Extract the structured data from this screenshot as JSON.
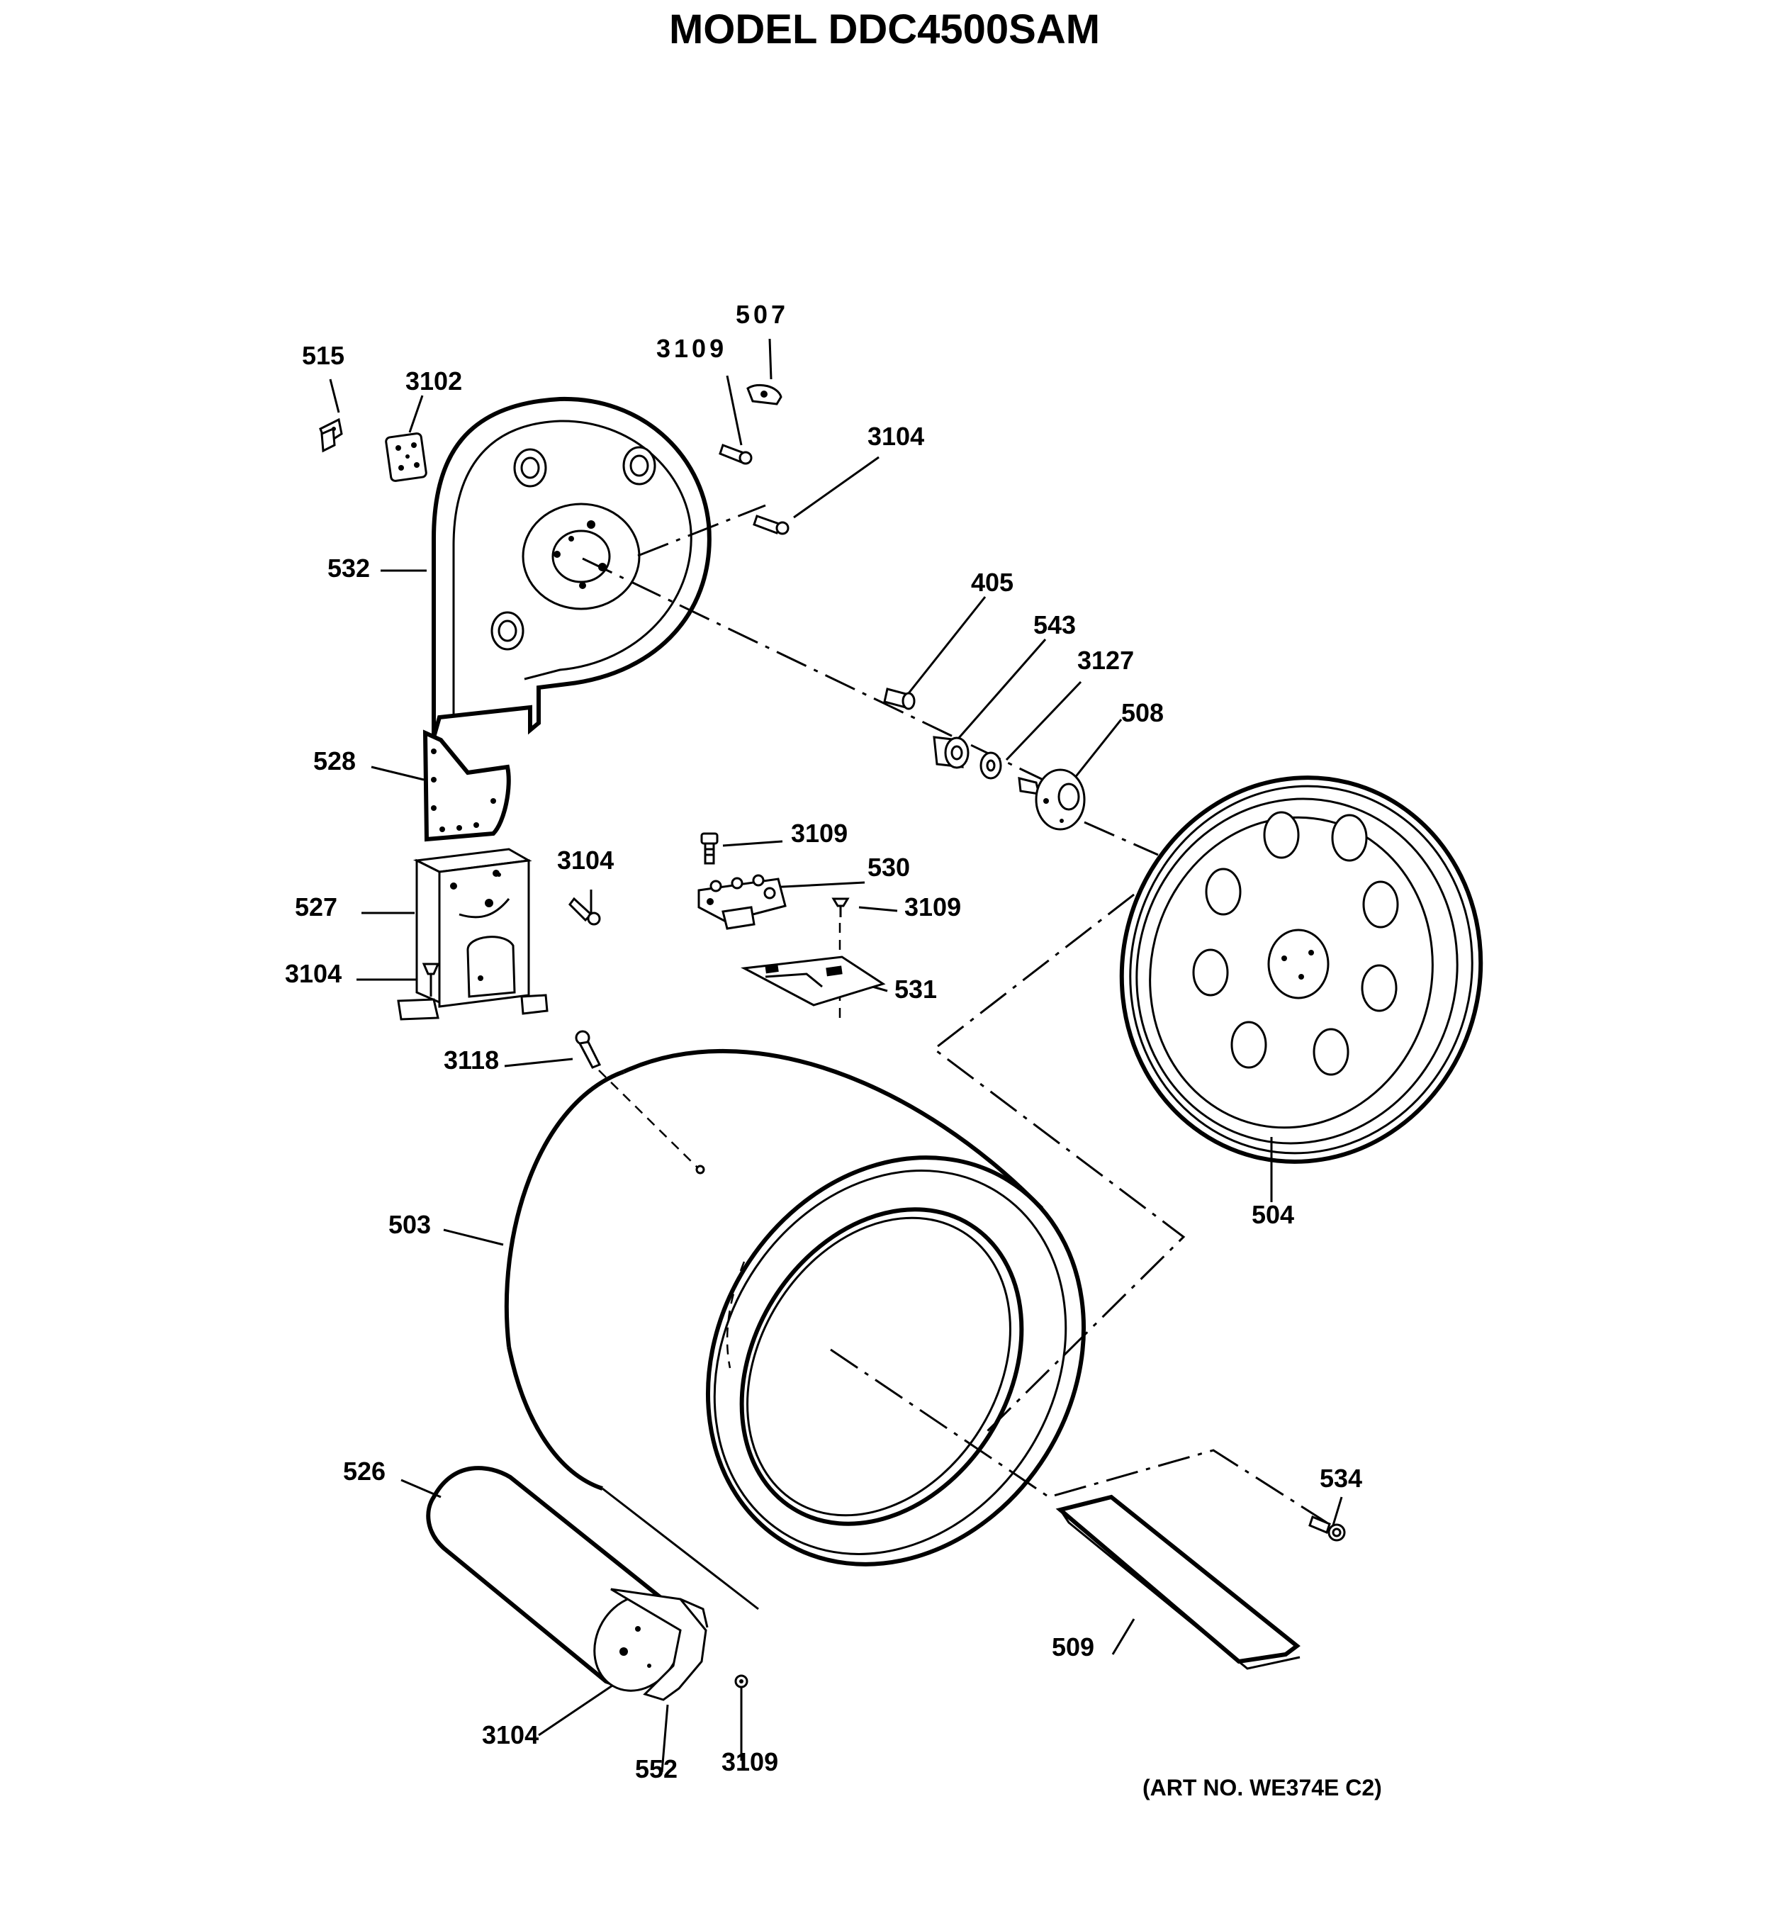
{
  "title": "MODEL DDC4500SAM",
  "art_number": "(ART NO. WE374E C2)",
  "callouts": {
    "c515": "515",
    "c3102": "3102",
    "c3109_top": "3109",
    "c507": "507",
    "c3104_top": "3104",
    "c532": "532",
    "c405": "405",
    "c543": "543",
    "c3127": "3127",
    "c508": "508",
    "c528": "528",
    "c3104_bracket": "3104",
    "c527": "527",
    "c3104_left": "3104",
    "c3109_mid": "3109",
    "c530": "530",
    "c3109_switch": "3109",
    "c531": "531",
    "c3118": "3118",
    "c504": "504",
    "c503": "503",
    "c534": "534",
    "c526": "526",
    "c509": "509",
    "c3104_motor": "3104",
    "c552": "552",
    "c3109_motor": "3109"
  }
}
